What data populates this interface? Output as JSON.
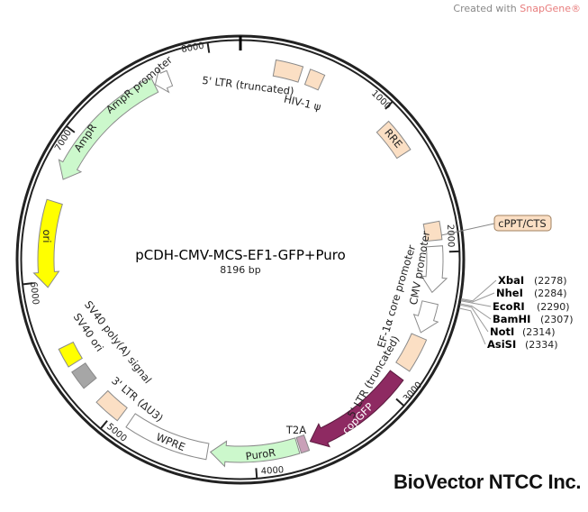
{
  "credit": {
    "prefix": "Created with ",
    "brand": "SnapGene®"
  },
  "brand": "BioVector NTCC Inc.",
  "plasmid": {
    "name": "pCDH-CMV-MCS-EF1-GFP+Puro",
    "length_label": "8196 bp",
    "length": 8196
  },
  "ticks": [
    {
      "bp": 1000,
      "label": "1000"
    },
    {
      "bp": 2000,
      "label": "2000"
    },
    {
      "bp": 3000,
      "label": "3000"
    },
    {
      "bp": 4000,
      "label": "4000"
    },
    {
      "bp": 5000,
      "label": "5000"
    },
    {
      "bp": 6000,
      "label": "6000"
    },
    {
      "bp": 7000,
      "label": "7000"
    },
    {
      "bp": 8000,
      "label": "8000"
    }
  ],
  "features": [
    {
      "label": "5' LTR (truncated)",
      "start": 230,
      "end": 410,
      "dir": "none",
      "color": "#fbdfc4"
    },
    {
      "label": "HIV-1 ψ",
      "start": 460,
      "end": 560,
      "dir": "none",
      "color": "#fbdfc4"
    },
    {
      "label": "RRE",
      "start": 1070,
      "end": 1300,
      "dir": "none",
      "color": "#fbdfc4"
    },
    {
      "label": "cPPT/CTS",
      "start": 1800,
      "end": 1920,
      "dir": "none",
      "color": "#fbdfc4"
    },
    {
      "label": "CMV promoter",
      "start": 1960,
      "end": 2270,
      "dir": "cw",
      "color": "#ffffff"
    },
    {
      "label": "EF-1α core promoter",
      "start": 2340,
      "end": 2550,
      "dir": "cw",
      "color": "#ffffff"
    },
    {
      "label": "5' LTR (truncated)",
      "start": 2580,
      "end": 2810,
      "dir": "none",
      "color": "#fbdfc4"
    },
    {
      "label": "copGFP",
      "start": 2880,
      "end": 3620,
      "dir": "cw",
      "color": "#8e2a62"
    },
    {
      "label": "T2A",
      "start": 3645,
      "end": 3700,
      "dir": "none",
      "color": "#c9a0b8"
    },
    {
      "label": "PuroR",
      "start": 3710,
      "end": 4300,
      "dir": "cw",
      "color": "#ccf8cc"
    },
    {
      "label": "WPRE",
      "start": 4320,
      "end": 4880,
      "dir": "none",
      "color": "#ffffff"
    },
    {
      "label": "3' LTR (ΔU3)",
      "start": 4950,
      "end": 5130,
      "dir": "none",
      "color": "#fbdfc4"
    },
    {
      "label": "SV40 ori",
      "start": 5250,
      "end": 5380,
      "dir": "none",
      "color": "#a6a6a6"
    },
    {
      "label": "SV40 poly(A) signal",
      "start": 5420,
      "end": 5550,
      "dir": "none",
      "color": "#ffff00"
    },
    {
      "label": "ori",
      "start": 5960,
      "end": 6540,
      "dir": "ccw",
      "color": "#ffff00"
    },
    {
      "label": "AmpR",
      "start": 6700,
      "end": 7600,
      "dir": "ccw",
      "color": "#ccf8cc"
    },
    {
      "label": "AmpR promoter",
      "start": 7605,
      "end": 7710,
      "dir": "ccw",
      "color": "#ffffff"
    }
  ],
  "sites": [
    {
      "name": "XbaI",
      "pos": "(2278)",
      "bp": 2278
    },
    {
      "name": "NheI",
      "pos": "(2284)",
      "bp": 2284
    },
    {
      "name": "EcoRI",
      "pos": "(2290)",
      "bp": 2290
    },
    {
      "name": "BamHI",
      "pos": "(2307)",
      "bp": 2307
    },
    {
      "name": "NotI",
      "pos": "(2314)",
      "bp": 2314
    },
    {
      "name": "AsiSI",
      "pos": "(2334)",
      "bp": 2334
    }
  ]
}
